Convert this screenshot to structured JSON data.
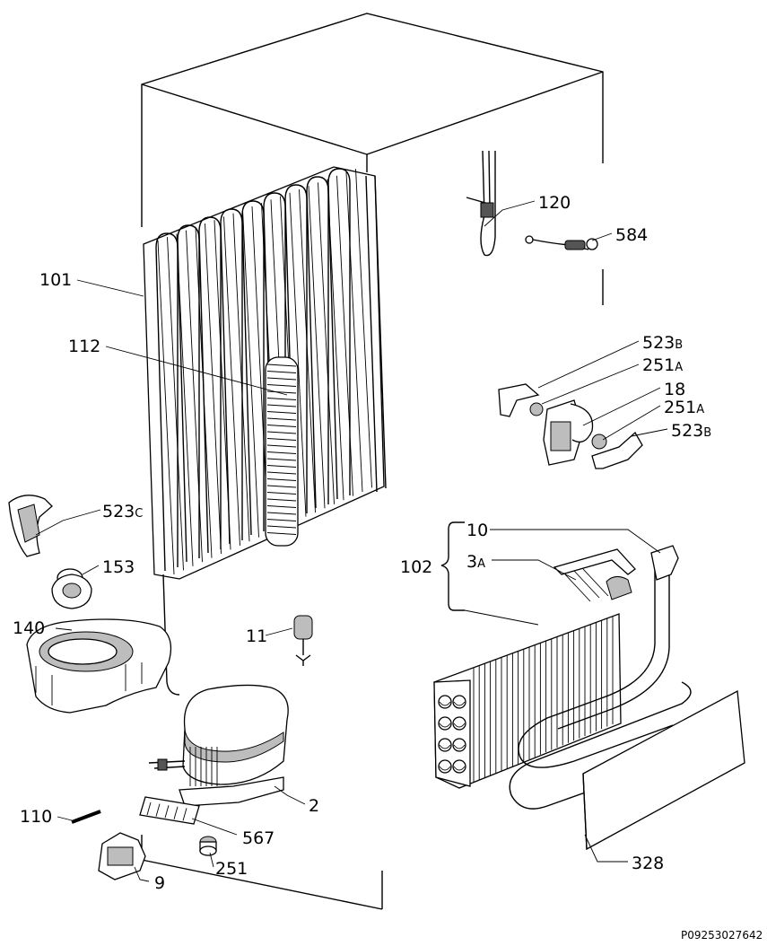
{
  "diagram": {
    "reference_code": "P09253027642",
    "labels": [
      {
        "id": "l120",
        "text": "120"
      },
      {
        "id": "l584",
        "text": "584"
      },
      {
        "id": "l101",
        "text": "101"
      },
      {
        "id": "l112",
        "text": "112"
      },
      {
        "id": "l523b_top",
        "text": "523",
        "sub": "B"
      },
      {
        "id": "l251a_top",
        "text": "251",
        "sub": "A"
      },
      {
        "id": "l18",
        "text": "18"
      },
      {
        "id": "l251a_bot",
        "text": "251",
        "sub": "A"
      },
      {
        "id": "l523b_bot",
        "text": "523",
        "sub": "B"
      },
      {
        "id": "l523c",
        "text": "523",
        "sub": "C"
      },
      {
        "id": "l153",
        "text": "153"
      },
      {
        "id": "l10",
        "text": "10"
      },
      {
        "id": "l102",
        "text": "102"
      },
      {
        "id": "l3a",
        "text": "3",
        "sub": "A"
      },
      {
        "id": "l140",
        "text": "140"
      },
      {
        "id": "l11",
        "text": "11"
      },
      {
        "id": "l2",
        "text": "2"
      },
      {
        "id": "l110",
        "text": "110"
      },
      {
        "id": "l567",
        "text": "567"
      },
      {
        "id": "l328",
        "text": "328"
      },
      {
        "id": "l9",
        "text": "9"
      },
      {
        "id": "l251",
        "text": "251"
      }
    ]
  }
}
